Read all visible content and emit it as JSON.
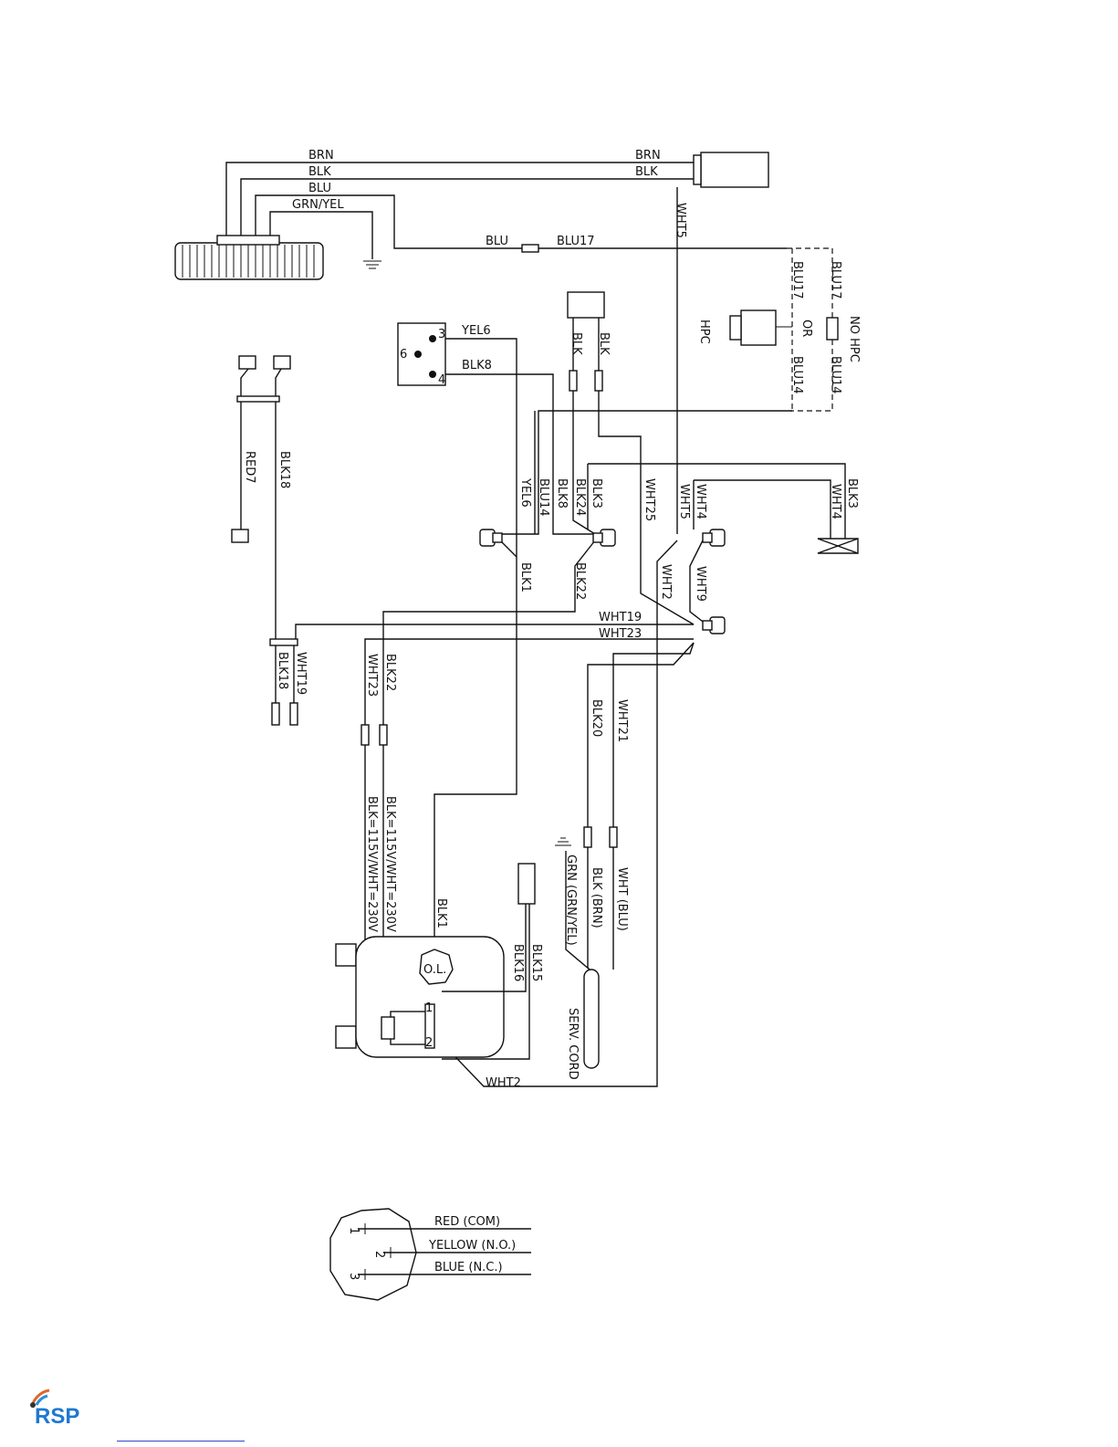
{
  "labels": {
    "brn_left": "BRN",
    "brn_right": "BRN",
    "blk_left": "BLK",
    "blk_right": "BLK",
    "blu_top": "BLU",
    "grn_yel": "GRN/YEL",
    "blu_mid": "BLU",
    "blu17": "BLU17",
    "wht5": "WHT5",
    "blu17_a": "BLU17",
    "blu17_b": "BLU17",
    "blu14_a": "BLU14",
    "blu14_b": "BLU14",
    "hpc": "HPC",
    "or": "OR",
    "no_hpc": "NO HPC",
    "yel6": "YEL6",
    "blk8": "BLK8",
    "sw3": "3",
    "sw6": "6",
    "sw4": "4",
    "blk_a": "BLK",
    "blk_b": "BLK",
    "red7": "RED7",
    "blk18": "BLK18",
    "yel6_v": "YEL6",
    "blu14_v": "BLU14",
    "blk8_v": "BLK8",
    "blk24": "BLK24",
    "blk3": "BLK3",
    "wht25": "WHT25",
    "wht5_v": "WHT5",
    "wht4": "WHT4",
    "blk3_r": "BLK3",
    "wht4_r": "WHT4",
    "blk1": "BLK1",
    "blk22": "BLK22",
    "wht2": "WHT2",
    "wht9": "WHT9",
    "wht19": "WHT19",
    "wht23": "WHT23",
    "blk18_b": "BLK18",
    "wht19_b": "WHT19",
    "wht23_v": "WHT23",
    "blk22_v": "BLK22",
    "blk20": "BLK20",
    "wht21": "WHT21",
    "blk_115": "BLK=115V/WHT=230V",
    "blk_115b": "BLK=115V/WHT=230V",
    "grn": "GRN (GRN/YEL)",
    "blk_brn": "BLK (BRN)",
    "wht_blu": "WHT (BLU)",
    "blk1_b": "BLK1",
    "blk16": "BLK16",
    "blk15": "BLK15",
    "ol": "O.L.",
    "serv": "SERV. CORD",
    "wht2_b": "WHT2",
    "t1": "1",
    "t2": "2",
    "red_com": "RED (COM)",
    "yellow_no": "YELLOW (N.O.)",
    "blue_nc": "BLUE (N.C.)",
    "p1": "1",
    "p2": "2",
    "p3": "3"
  },
  "footer": {
    "logo_text": "RSP"
  }
}
